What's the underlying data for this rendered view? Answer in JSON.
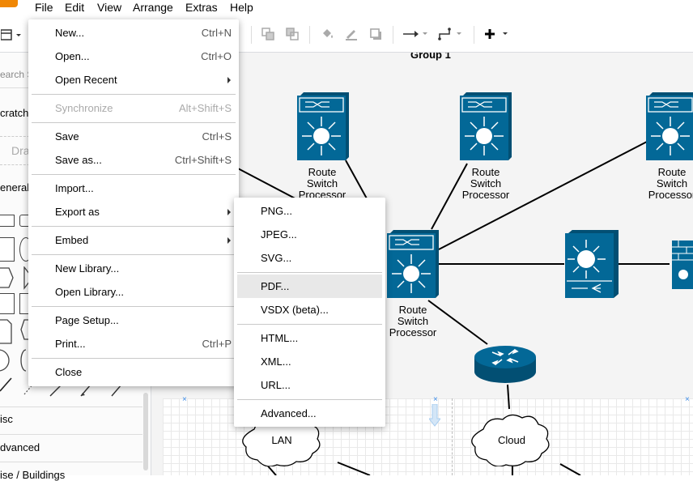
{
  "menubar": {
    "items": [
      "File",
      "Edit",
      "View",
      "Arrange",
      "Extras",
      "Help"
    ]
  },
  "sidebar": {
    "search_placeholder": "earch S",
    "scratchpad_label": "cratch",
    "drag_hint": "Dra",
    "general_label": "eneral",
    "misc_label": "isc",
    "advanced_label": "dvanced",
    "buildings_label": "ise / Buildings"
  },
  "file_menu": {
    "items": [
      {
        "label": "New...",
        "shortcut": "Ctrl+N"
      },
      {
        "label": "Open...",
        "shortcut": "Ctrl+O"
      },
      {
        "label": "Open Recent",
        "shortcut": ""
      },
      {
        "label": "Synchronize",
        "shortcut": "Alt+Shift+S"
      },
      {
        "label": "Save",
        "shortcut": "Ctrl+S"
      },
      {
        "label": "Save as...",
        "shortcut": "Ctrl+Shift+S"
      },
      {
        "label": "Import...",
        "shortcut": ""
      },
      {
        "label": "Export as",
        "shortcut": ""
      },
      {
        "label": "Embed",
        "shortcut": ""
      },
      {
        "label": "New Library...",
        "shortcut": ""
      },
      {
        "label": "Open Library...",
        "shortcut": ""
      },
      {
        "label": "Page Setup...",
        "shortcut": ""
      },
      {
        "label": "Print...",
        "shortcut": "Ctrl+P"
      },
      {
        "label": "Close",
        "shortcut": ""
      }
    ]
  },
  "export_menu": {
    "items": [
      "PNG...",
      "JPEG...",
      "SVG...",
      "PDF...",
      "VSDX (beta)...",
      "HTML...",
      "XML...",
      "URL...",
      "Advanced..."
    ],
    "highlighted": "PDF..."
  },
  "diagram": {
    "group_title": "Group 1",
    "node_label_line1": "Route",
    "node_label_line2": "Switch",
    "node_label_line3": "Processor",
    "lan_label": "LAN",
    "cloud_label": "Cloud",
    "device_color": "#036897"
  }
}
